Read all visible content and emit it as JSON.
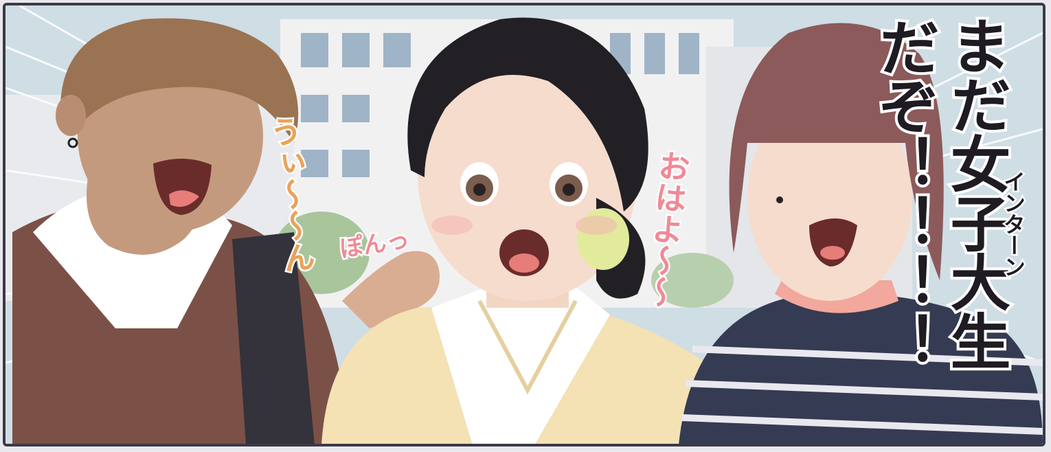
{
  "panel": {
    "main_line_1": "まだ",
    "main_line_1_rest": "女子大生",
    "main_line_2": "だぞ！！！！",
    "ruby": "インターン"
  },
  "sfx": {
    "greeting_left": "うぃ〜〜ん",
    "greeting_right": "おはよ〜〜",
    "pat": "ぽんっ"
  },
  "colors": {
    "frame": "#3c3947",
    "sky": "#cfdde5",
    "building": "#f1f1f2",
    "skin_tan": "#c49a7e",
    "skin_light": "#f6dccd",
    "sfx_orange": "#e9a35a",
    "sfx_pink": "#f08a96"
  }
}
